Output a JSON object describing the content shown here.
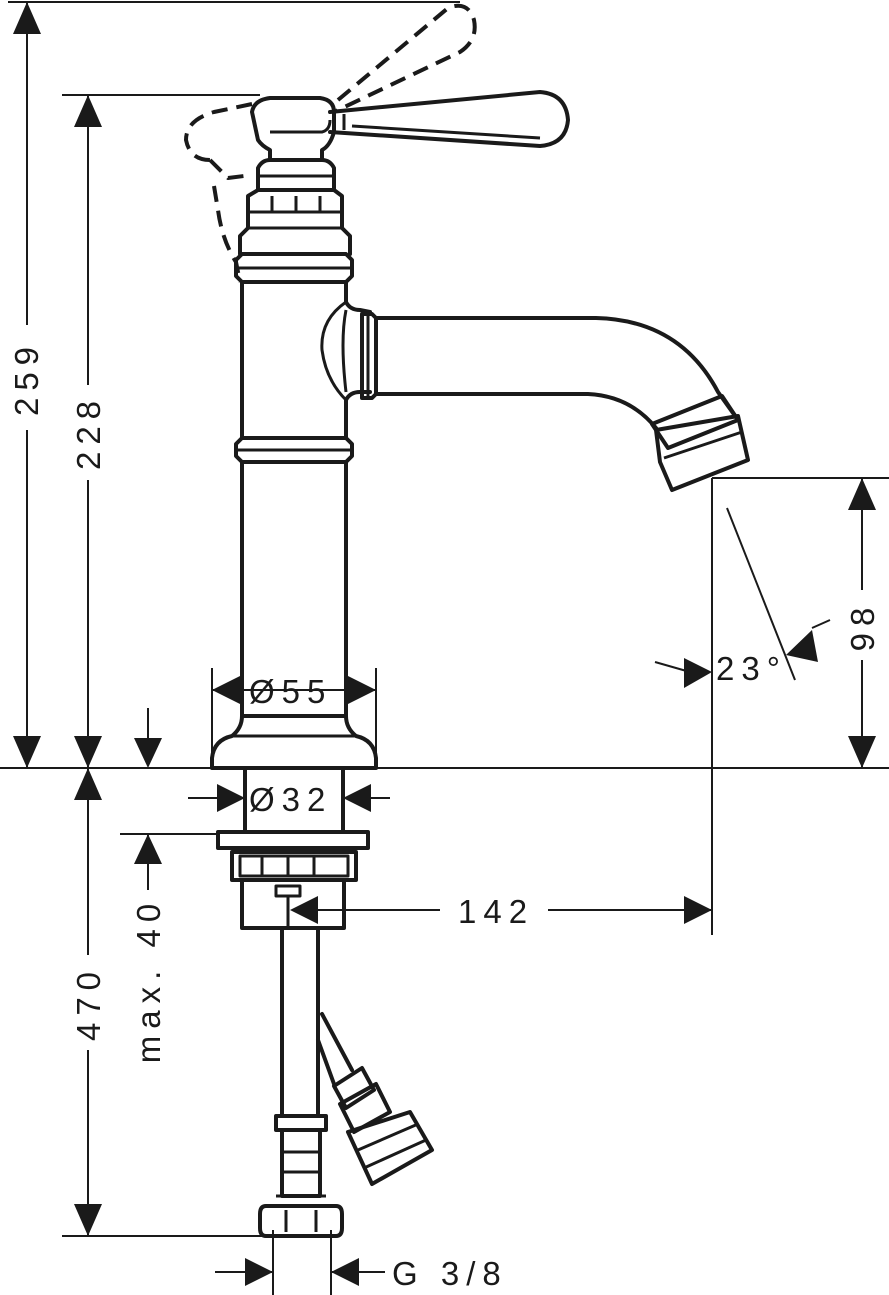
{
  "dimensions": {
    "total_height": "259",
    "spout_height": "228",
    "spout_clearance": "98",
    "spout_angle": "23°",
    "base_diameter": "Ø55",
    "shank_diameter": "Ø32",
    "spout_reach": "142",
    "max_deck_thickness": "max. 40",
    "hose_length": "470",
    "connection_thread": "G 3/8"
  }
}
